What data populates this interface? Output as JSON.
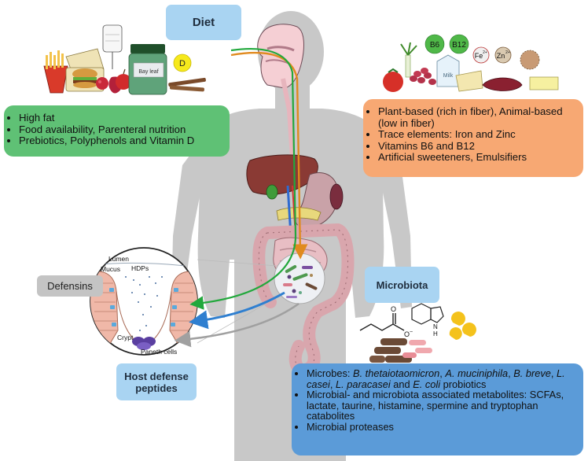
{
  "titles": {
    "diet": "Diet",
    "microbiota": "Microbiota",
    "hdp": "Host defense peptides"
  },
  "defensins": "Defensins",
  "diet_factors": [
    "High fat",
    "Food availability, Parenteral nutrition",
    "Prebiotics, Polyphenols and Vitamin D"
  ],
  "nutrient_factors": [
    "Plant-based (rich in fiber), Animal-based (low in fiber)",
    "Trace elements: Iron and Zinc",
    "Vitamins B6 and B12",
    "Artificial sweeteners, Emulsifiers"
  ],
  "microbe_factors": [
    [
      {
        "t": "Microbes: ",
        "i": false
      },
      {
        "t": "B. thetaiotaomicron",
        "i": true
      },
      {
        "t": ", ",
        "i": false
      },
      {
        "t": "A. muciniphila",
        "i": true
      },
      {
        "t": ", ",
        "i": false
      },
      {
        "t": "B. breve",
        "i": true
      },
      {
        "t": ", ",
        "i": false
      },
      {
        "t": "L. casei",
        "i": true
      },
      {
        "t": ", ",
        "i": false
      },
      {
        "t": "L. paracasei",
        "i": true
      },
      {
        "t": " and ",
        "i": false
      },
      {
        "t": "E. coli",
        "i": true
      },
      {
        "t": " probiotics",
        "i": false
      }
    ],
    [
      {
        "t": "Microbial- and microbiota associated metabolites: SCFAs, lactate, taurine, histamine, spermine and tryptophan catabolites",
        "i": false
      }
    ],
    [
      {
        "t": "Microbial proteases",
        "i": false
      }
    ]
  ],
  "food_labels": {
    "vitamin_d": "D",
    "bay_leaf": "Bay leaf",
    "b6": "B6",
    "b12": "B12",
    "fe": "Fe",
    "zn": "Zn",
    "charge": "2+",
    "milk": "Milk"
  },
  "crypt_labels": {
    "lumen": "Lumen",
    "mucus": "Mucus",
    "hdps": "HDPs",
    "crypt": "Crypt",
    "paneth": "Paneth cells"
  },
  "chem_labels": {
    "o": "O",
    "o_minus": "O",
    "minus": "−",
    "nh": "N",
    "h": "H"
  },
  "colors": {
    "diet_box": "#5fc175",
    "nutrient_box": "#f7a873",
    "microbe_box": "#5b9bd8",
    "title_box": "#a9d4f2",
    "silhouette": "#c8c8c8",
    "arrow_green": "#22a83c",
    "arrow_blue": "#2f7fd0",
    "arrow_gray": "#a0a0a0",
    "arrow_orange": "#e08a1e"
  }
}
